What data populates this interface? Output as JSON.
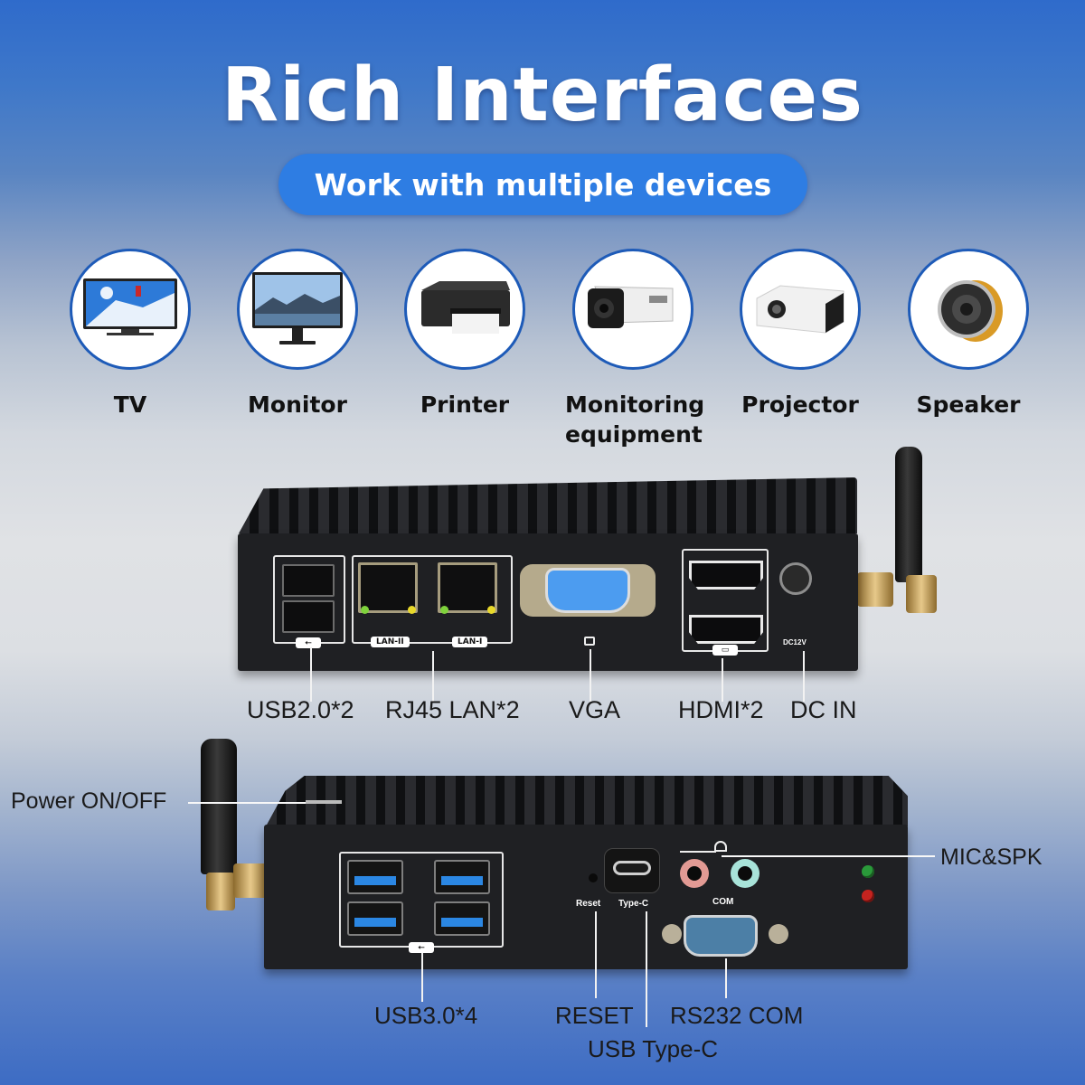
{
  "header": {
    "title": "Rich Interfaces",
    "subtitle": "Work with multiple devices"
  },
  "devices": [
    {
      "label": "TV",
      "icon": "tv-icon"
    },
    {
      "label": "Monitor",
      "icon": "monitor-icon"
    },
    {
      "label": "Printer",
      "icon": "printer-icon"
    },
    {
      "label": "Monitoring equipment",
      "label_line1": "Monitoring",
      "label_line2": "equipment",
      "icon": "security-camera-icon"
    },
    {
      "label": "Projector",
      "icon": "projector-icon"
    },
    {
      "label": "Speaker",
      "icon": "speaker-icon"
    }
  ],
  "rear_panel": {
    "port_tags": {
      "lan2": "LAN-II",
      "lan1": "LAN-I",
      "dc": "DC12V"
    },
    "labels": {
      "usb2": "USB2.0*2",
      "lan": "RJ45 LAN*2",
      "vga": "VGA",
      "hdmi": "HDMI*2",
      "dc_in": "DC IN"
    }
  },
  "front_panel": {
    "port_tags": {
      "reset": "Reset",
      "type_c": "Type-C",
      "com": "COM"
    },
    "labels": {
      "power": "Power ON/OFF",
      "mic_spk": "MIC&SPK",
      "usb3": "USB3.0*4",
      "reset": "RESET",
      "rs232": "RS232 COM",
      "usb_type_c": "USB Type-C"
    }
  },
  "colors": {
    "accent_blue": "#2e7de3",
    "circle_border": "#1e5bb8",
    "usb3_blue": "#2b87e3",
    "vga_blue": "#4c9cf0",
    "device_body": "#1f2023"
  }
}
